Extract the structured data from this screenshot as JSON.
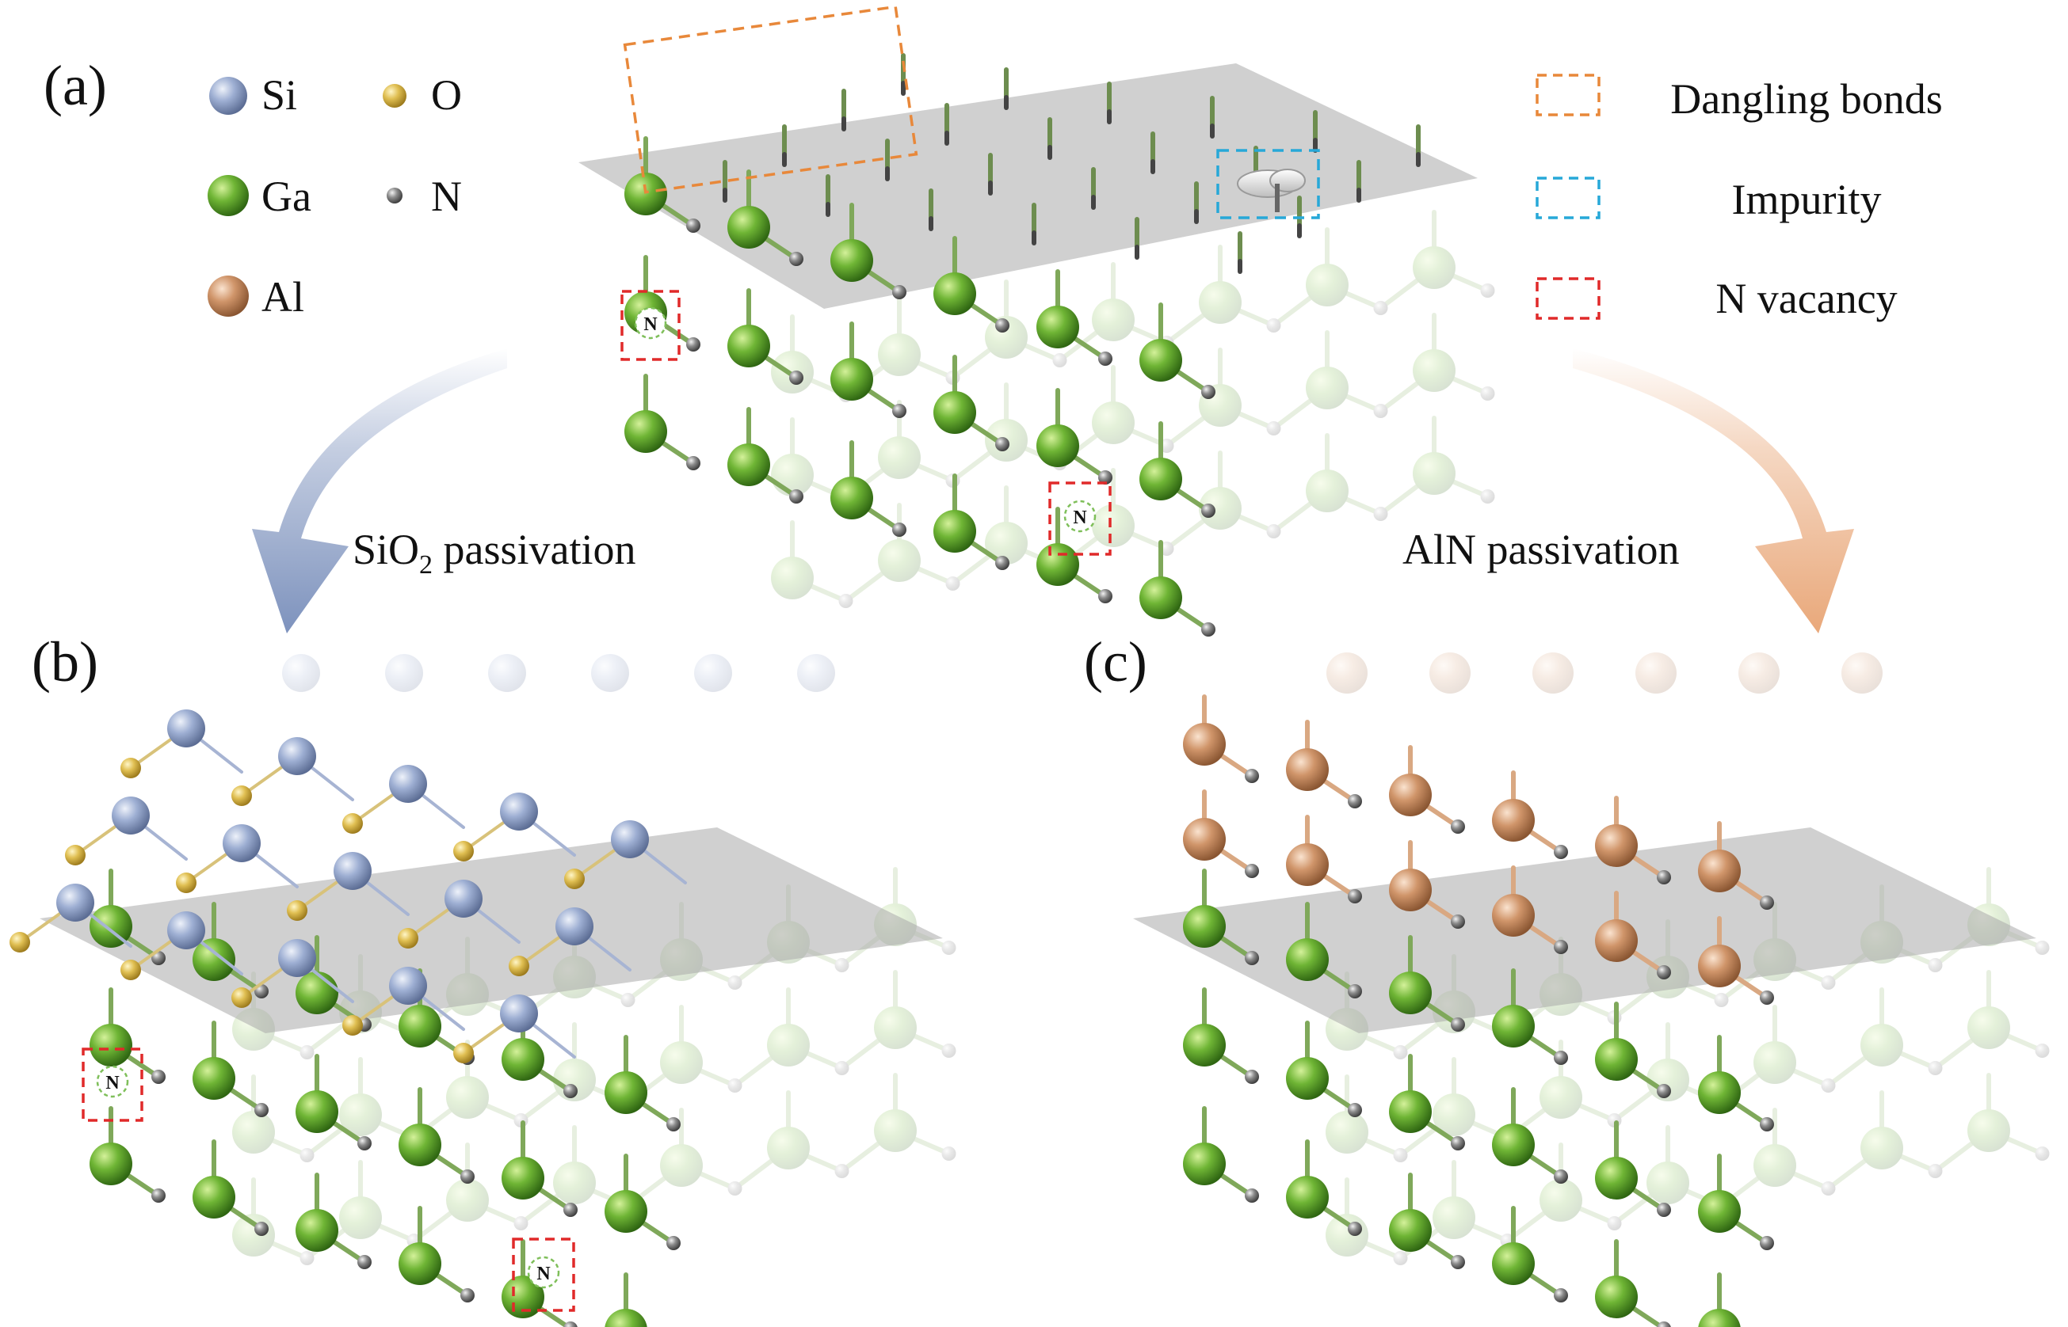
{
  "panels": {
    "a": "(a)",
    "b": "(b)",
    "c": "(c)"
  },
  "elements_legend": [
    {
      "symbol": "Si",
      "color": "#8a9cc4",
      "highlight": "#e4ebf7"
    },
    {
      "symbol": "O",
      "color": "#d8b54a",
      "highlight": "#fbf0b8"
    },
    {
      "symbol": "Ga",
      "color": "#5f9e2c",
      "highlight": "#c3e98a"
    },
    {
      "symbol": "N",
      "color": "#6e6e6e",
      "highlight": "#dedede"
    },
    {
      "symbol": "Al",
      "color": "#c98e63",
      "highlight": "#f4d7bd"
    }
  ],
  "defects_legend": [
    {
      "label": "Dangling bonds",
      "color": "#e8883a"
    },
    {
      "label": "Impurity",
      "color": "#27a8d8"
    },
    {
      "label": "N vacancy",
      "color": "#e02a2a"
    }
  ],
  "vacancy_mark": "N",
  "arrows": {
    "left": {
      "text_main": "SiO",
      "text_sub": "2",
      "text_tail": " passivation",
      "color": "#7d92bd"
    },
    "right": {
      "text": "AlN passivation",
      "color": "#e9a87a"
    }
  },
  "colors": {
    "plane": "#a9a9a9",
    "ga_bond": "#7fa85a",
    "si_bond": "#a7b4d3",
    "o_bond": "#d8c27a",
    "al_bond": "#d9a882"
  }
}
